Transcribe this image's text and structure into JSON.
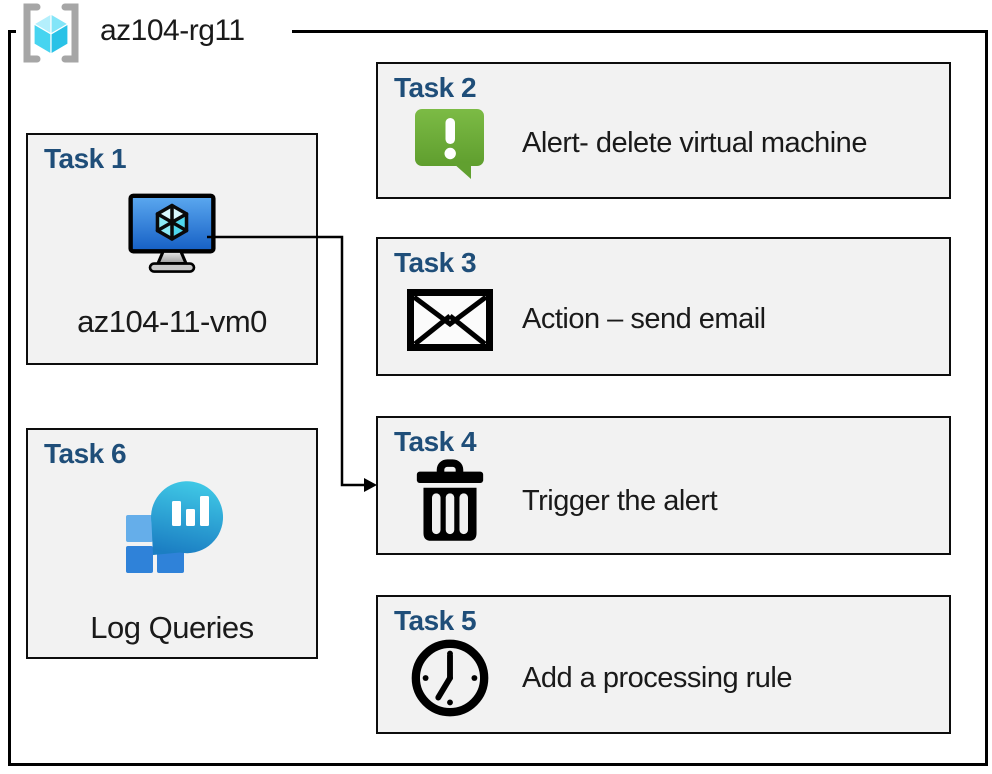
{
  "resource_group": {
    "name": "az104-rg11",
    "icon": "azure-resource-group"
  },
  "tasks": {
    "t1": {
      "label": "Task 1",
      "item": "az104-11-vm0",
      "icon": "virtual-machine"
    },
    "t2": {
      "label": "Task 2",
      "item": "Alert- delete virtual machine",
      "icon": "alert-speech-bubble"
    },
    "t3": {
      "label": "Task 3",
      "item": "Action – send email",
      "icon": "email-envelope"
    },
    "t4": {
      "label": "Task 4",
      "item": "Trigger the alert",
      "icon": "trash-can"
    },
    "t5": {
      "label": "Task 5",
      "item": "Add a processing rule",
      "icon": "clock"
    },
    "t6": {
      "label": "Task 6",
      "item": "Log Queries",
      "icon": "log-analytics"
    }
  },
  "connector": {
    "from": "task1-virtual-machine",
    "to": "task4",
    "style": "elbow-arrow"
  },
  "colors": {
    "task_heading": "#1F4E79",
    "box_fill": "#F2F2F2",
    "box_border": "#000000",
    "alert_green": "#6FB33A",
    "vm_screen_blue": "#2F80D8",
    "log_bubble_teal": "#2BB3DC",
    "log_square_blue": "#3787DC",
    "rg_cube_cyan": "#50E6FF",
    "rg_bracket_gray": "#A6A6A6",
    "body_text": "#1A1A1A"
  }
}
